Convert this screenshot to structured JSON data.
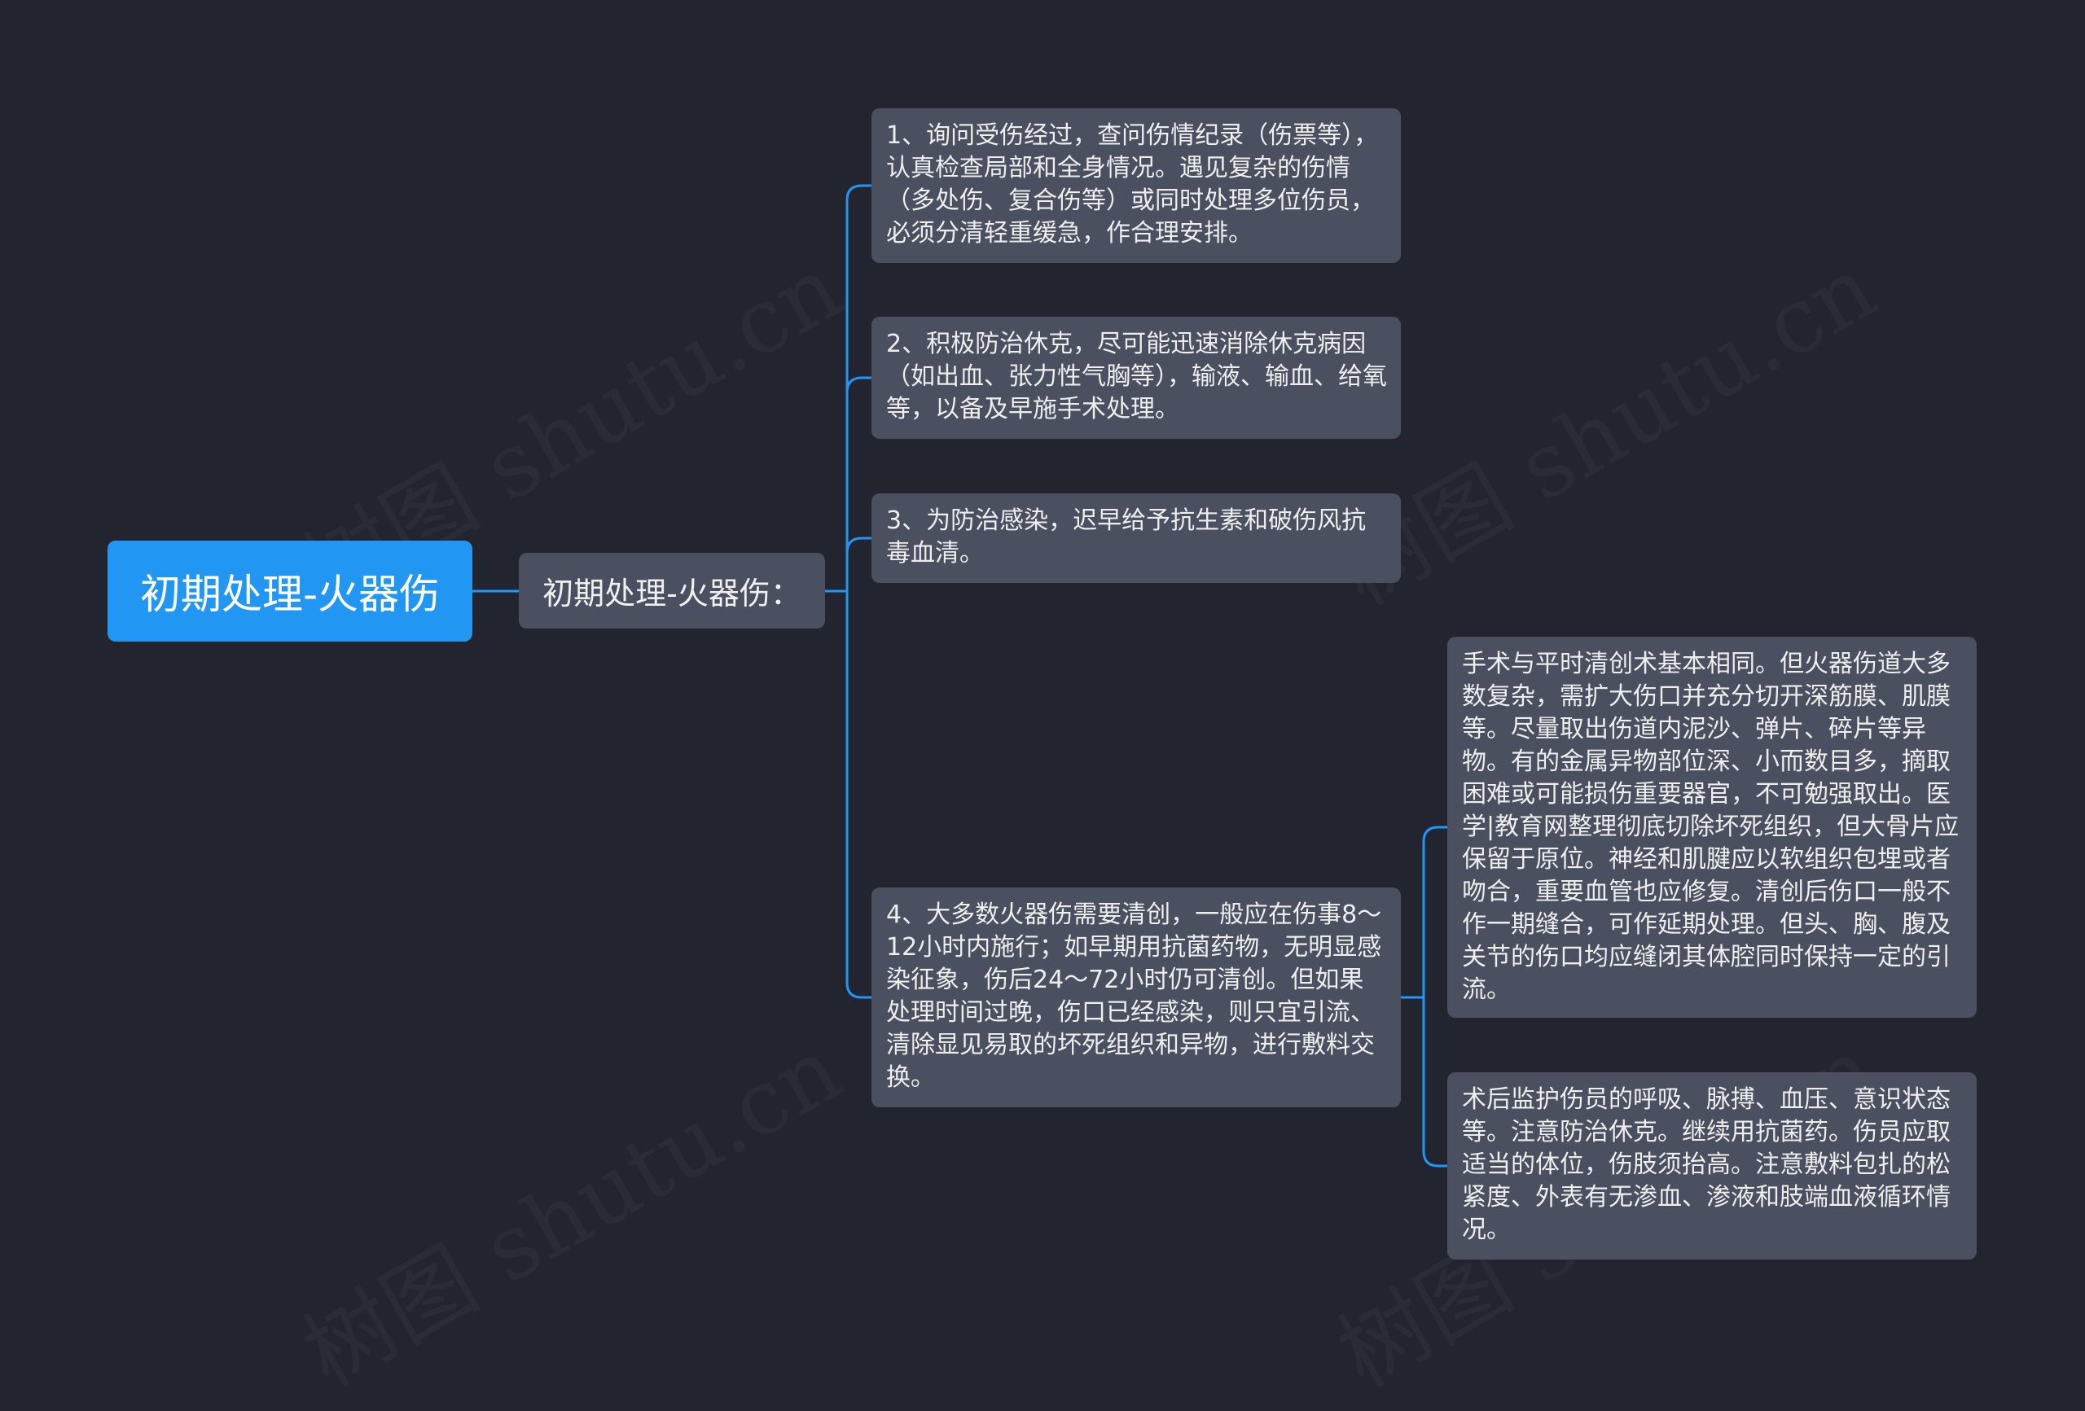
{
  "watermark": "树图 shutu.cn",
  "colors": {
    "background": "#22252f",
    "root_fill": "#2196f3",
    "node_fill": "#4a505f",
    "connector": "#2196f3"
  },
  "root": {
    "label": "初期处理-火器伤"
  },
  "subtopic": {
    "label": "初期处理-火器伤："
  },
  "items": [
    {
      "text": "1、询问受伤经过，查问伤情纪录（伤票等），认真检查局部和全身情况。遇见复杂的伤情（多处伤、复合伤等）或同时处理多位伤员，必须分清轻重缓急，作合理安排。"
    },
    {
      "text": "2、积极防治休克，尽可能迅速消除休克病因（如出血、张力性气胸等），输液、输血、给氧等，以备及早施手术处理。"
    },
    {
      "text": "3、为防治感染，迟早给予抗生素和破伤风抗毒血清。"
    },
    {
      "text": "4、大多数火器伤需要清创，一般应在伤事8～12小时内施行；如早期用抗菌药物，无明显感染征象，伤后24～72小时仍可清创。但如果处理时间过晚，伤口已经感染，则只宜引流、清除显见易取的坏死组织和异物，进行敷料交换。"
    }
  ],
  "details": [
    {
      "text": "手术与平时清创术基本相同。但火器伤道大多数复杂，需扩大伤口并充分切开深筋膜、肌膜等。尽量取出伤道内泥沙、弹片、碎片等异物。有的金属异物部位深、小而数目多，摘取困难或可能损伤重要器官，不可勉强取出。医学|教育网整理彻底切除坏死组织，但大骨片应保留于原位。神经和肌腱应以软组织包埋或者吻合，重要血管也应修复。清创后伤口一般不作一期缝合，可作延期处理。但头、胸、腹及关节的伤口均应缝闭其体腔同时保持一定的引流。"
    },
    {
      "text": "术后监护伤员的呼吸、脉搏、血压、意识状态等。注意防治休克。继续用抗菌药。伤员应取适当的体位，伤肢须抬高。注意敷料包扎的松紧度、外表有无渗血、渗液和肢端血液循环情况。"
    }
  ]
}
